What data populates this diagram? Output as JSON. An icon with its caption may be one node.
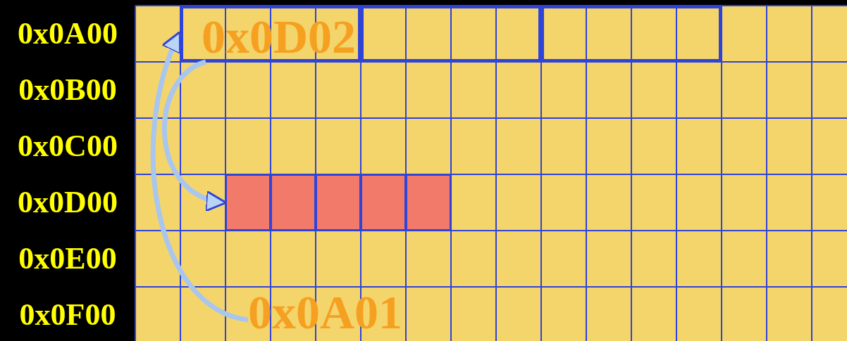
{
  "diagram": {
    "nodes": [
      {
        "text": [
          "0x0D02"
        ]
      },
      {
        "text": [],
        "shape": "box"
      },
      {
        "text": [],
        "shape": "box"
      },
      {
        "text": [],
        "shape": "box"
      },
      {
        "text": [],
        "shape": "box"
      },
      {
        "text": [],
        "shape": "box"
      },
      {
        "text": [],
        "shape": "box"
      },
      {
        "text": [],
        "shape": "box"
      },
      {
        "text": [
          "0x0A01"
        ]
      }
    ],
    "edges": [
      {
        "from": 8,
        "to": 0,
        "arrow": "to"
      },
      {
        "from": 0,
        "to": 3,
        "arrow": "to"
      }
    ],
    "labels": [
      "0x0A00",
      "0x0B00",
      "0x0C00",
      "0x0D00",
      "0x0E00",
      "0x0F00"
    ]
  }
}
